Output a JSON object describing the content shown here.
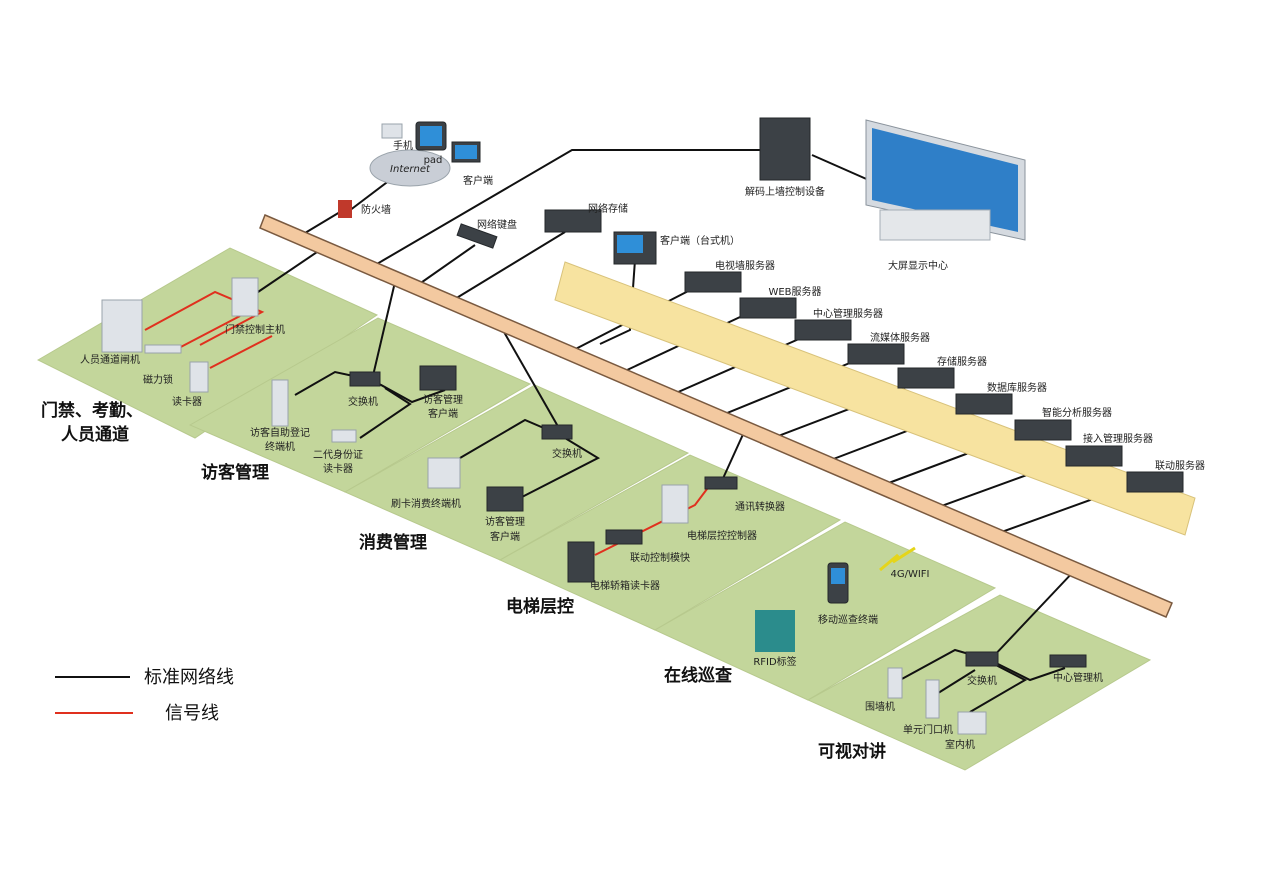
{
  "colors": {
    "panel": "#c3d69b",
    "pipe": "#f3c9a0",
    "band": "#f7e3a0",
    "network_line": "#111111",
    "signal_line": "#e0301e"
  },
  "top": {
    "phone": "手机",
    "pad": "pad",
    "internet": "Internet",
    "client": "客户端",
    "firewall": "防火墙",
    "decoder": "解码上墙控制设备",
    "big_screen": "大屏显示中心",
    "keyboard": "网络键盘",
    "storage": "网络存储",
    "desktop": "客户端（台式机）"
  },
  "servers": [
    "电视墙服务器",
    "WEB服务器",
    "中心管理服务器",
    "流媒体服务器",
    "存储服务器",
    "数据库服务器",
    "智能分析服务器",
    "接入管理服务器",
    "联动服务器"
  ],
  "zones": {
    "access": {
      "title_1": "门禁、考勤、",
      "title_2": "人员通道",
      "gate": "人员通道闸机",
      "controller": "门禁控制主机",
      "maglock": "磁力锁",
      "reader": "读卡器"
    },
    "visitor": {
      "title": "访客管理",
      "kiosk_1": "访客自助登记",
      "kiosk_2": "终端机",
      "switch": "交换机",
      "client_1": "访客管理",
      "client_2": "客户端",
      "id_1": "二代身份证",
      "id_2": "读卡器"
    },
    "consume": {
      "title": "消费管理",
      "pos": "刷卡消费终端机",
      "switch": "交换机",
      "client_1": "访客管理",
      "client_2": "客户端"
    },
    "elevator": {
      "title": "电梯层控",
      "converter": "通讯转换器",
      "floor_ctrl": "电梯层控控制器",
      "link_module": "联动控制模快",
      "car_reader": "电梯轿箱读卡器"
    },
    "patrol": {
      "title": "在线巡查",
      "wireless": "4G/WIFI",
      "terminal": "移动巡查终端",
      "rfid": "RFID标签"
    },
    "intercom": {
      "title": "可视对讲",
      "switch": "交换机",
      "center": "中心管理机",
      "wall": "围墙机",
      "unit": "单元门口机",
      "indoor": "室内机"
    }
  },
  "legend": {
    "network": "标准网络线",
    "signal": "信号线"
  }
}
